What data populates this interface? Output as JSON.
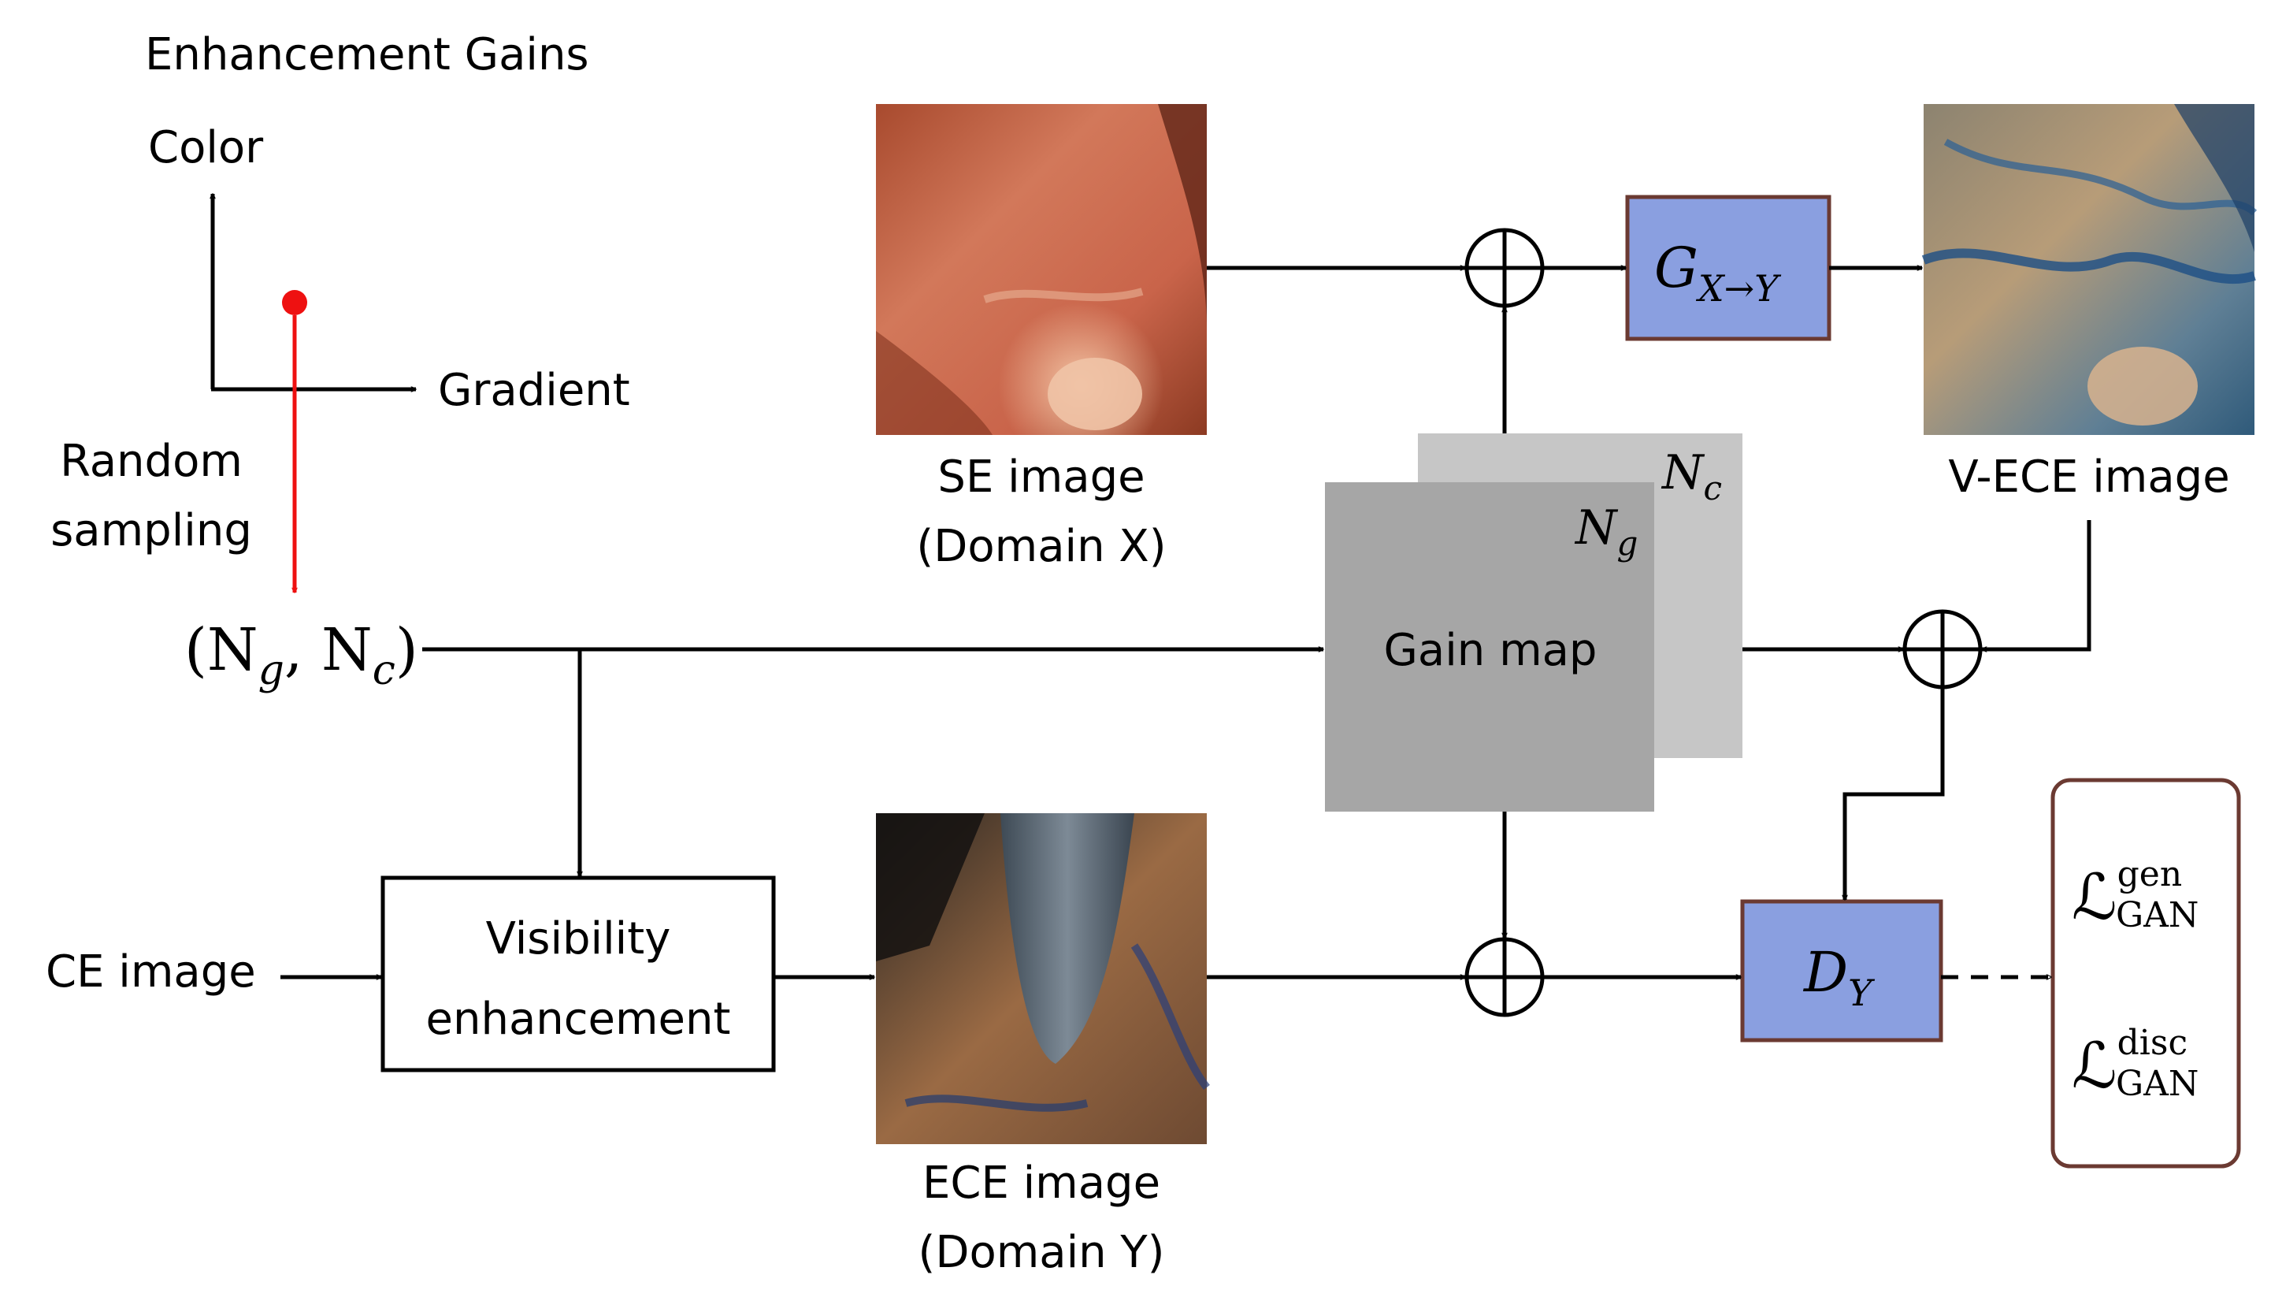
{
  "axes": {
    "title": "Enhancement Gains",
    "y_label": "Color",
    "x_label": "Gradient",
    "sampling_label_1": "Random",
    "sampling_label_2": "sampling"
  },
  "sample": {
    "lhs": "(N",
    "g": "g",
    "comma": ", N",
    "c": "c",
    "rhs": ")"
  },
  "se_image": {
    "line1": "SE image",
    "line2": "(Domain X)"
  },
  "ece_image": {
    "line1": "ECE image",
    "line2": "(Domain Y)"
  },
  "vece_image": {
    "line1": "V-ECE image"
  },
  "ce_image": {
    "label": "CE image"
  },
  "visibility": {
    "line1": "Visibility",
    "line2": "enhancement"
  },
  "gain_map": {
    "label": "Gain map",
    "front_letter": "N",
    "front_sub": "g",
    "back_letter": "N",
    "back_sub": "c"
  },
  "generator": {
    "letter": "G",
    "sub": "X→Y"
  },
  "discriminator": {
    "letter": "D",
    "sub": "Y"
  },
  "losses": {
    "script_l": "ℒ",
    "sub": "GAN",
    "gen_sup": "gen",
    "disc_sup": "disc"
  },
  "colors": {
    "accent_red": "#ee1111",
    "block_blue": "#8a9fe0",
    "block_border": "#6b3a32"
  }
}
